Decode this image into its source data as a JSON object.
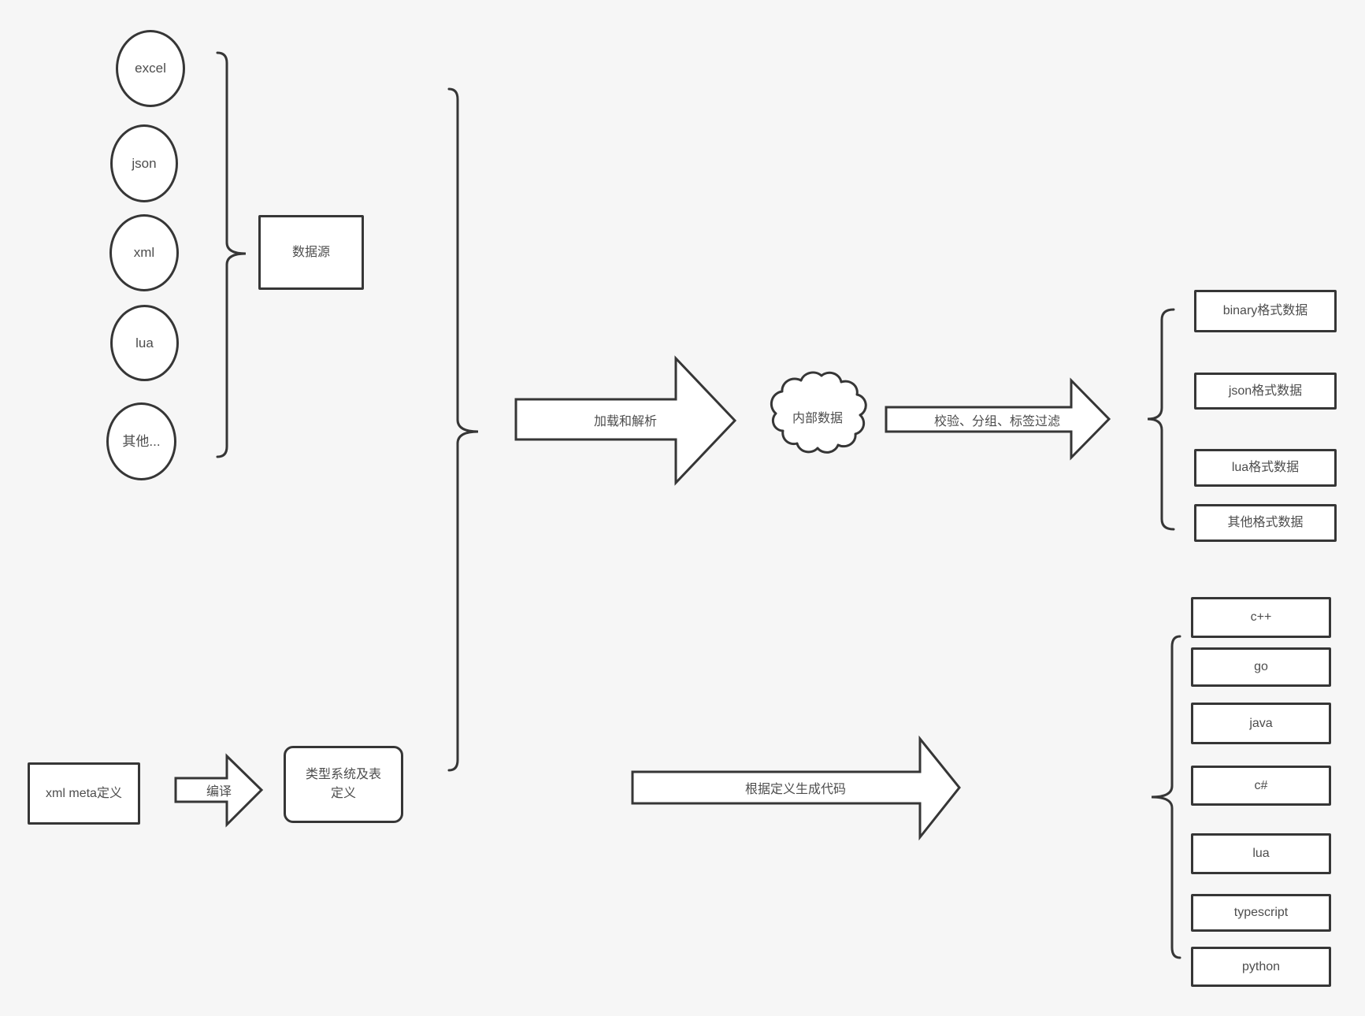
{
  "diagram": {
    "background_color": "#f6f6f6",
    "line_color": "#363636",
    "shape_fill_color": "#ffffff",
    "text_color": "#4d4d4d"
  },
  "sources": {
    "items": [
      "excel",
      "json",
      "xml",
      "lua",
      "其他..."
    ],
    "group_label": "数据源"
  },
  "pipeline": {
    "load_arrow_label": "加载和解析",
    "internal_data_label": "内部数据",
    "filter_arrow_label": "校验、分组、标签过滤"
  },
  "outputs": {
    "formats": [
      "binary格式数据",
      "json格式数据",
      "lua格式数据",
      "其他格式数据"
    ]
  },
  "definition": {
    "meta_box_label": "xml meta定义",
    "compile_arrow_label": "编译",
    "type_system_box_label": "类型系统及表定义",
    "codegen_arrow_label": "根据定义生成代码"
  },
  "languages": [
    "c++",
    "go",
    "java",
    "c#",
    "lua",
    "typescript",
    "python"
  ]
}
